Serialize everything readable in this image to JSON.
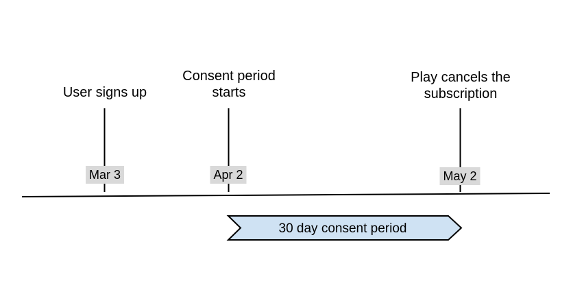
{
  "diagram": {
    "type": "timeline",
    "events": [
      {
        "label": "User signs up",
        "date": "Mar 3"
      },
      {
        "label": "Consent period starts",
        "date": "Apr 2"
      },
      {
        "label": "Play cancels the subscription",
        "date": "May 2"
      }
    ],
    "banner": {
      "label": "30 day consent period"
    },
    "colors": {
      "background": "#ffffff",
      "line": "#000000",
      "date_label_bg": "#d9d9d9",
      "banner_fill": "#cfe2f3",
      "banner_border": "#000000",
      "text": "#000000"
    }
  }
}
